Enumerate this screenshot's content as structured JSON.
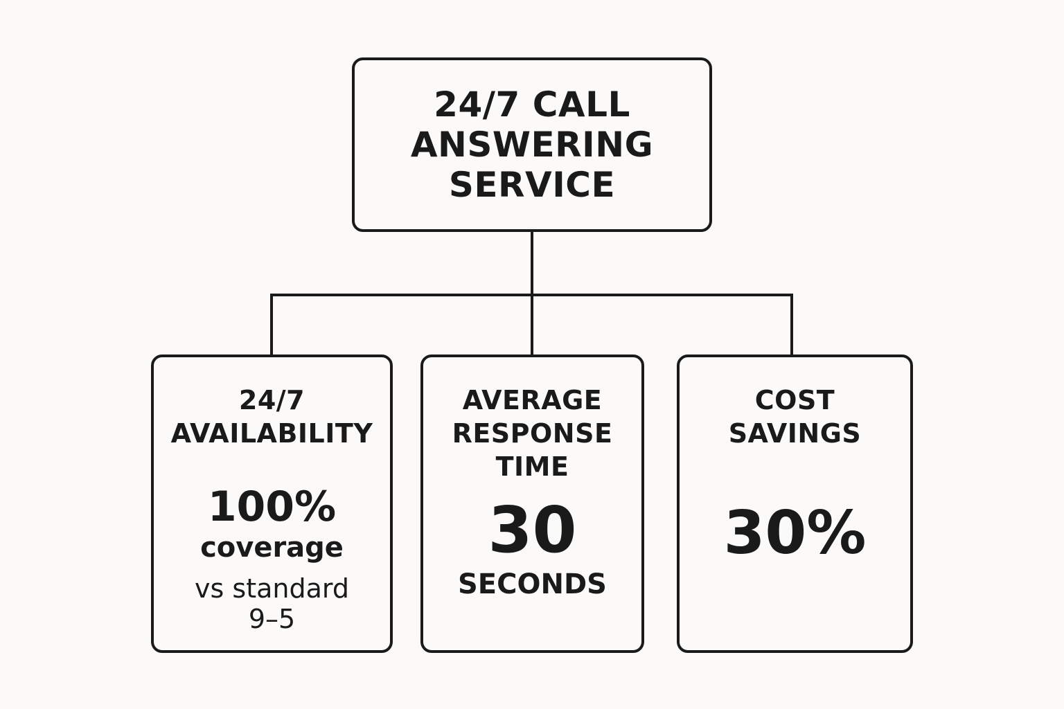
{
  "root": {
    "title": "24/7 CALL\nANSWERING\nSERVICE"
  },
  "children": [
    {
      "title": "24/7\nAVAILABILITY",
      "value": "100%",
      "unit": "coverage",
      "note": "vs standard\n9–5"
    },
    {
      "title": "AVERAGE\nRESPONSE\nTIME",
      "value": "30",
      "unit": "SECONDS"
    },
    {
      "title": "COST\nSAVINGS",
      "value": "30%"
    }
  ],
  "colors": {
    "background": "#FBFAF8",
    "stroke": "#1A1A1A"
  }
}
